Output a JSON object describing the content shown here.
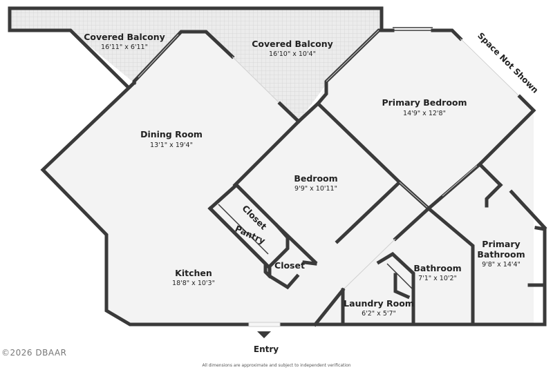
{
  "rooms": {
    "covered_balcony_left": {
      "name": "Covered Balcony",
      "dims": "16'11\" x 6'11\""
    },
    "covered_balcony_right": {
      "name": "Covered Balcony",
      "dims": "16'10\" x 10'4\""
    },
    "dining_room": {
      "name": "Dining Room",
      "dims": "13'1\" x 19'4\""
    },
    "primary_bedroom": {
      "name": "Primary Bedroom",
      "dims": "14'9\" x 12'8\""
    },
    "bedroom": {
      "name": "Bedroom",
      "dims": "9'9\" x 10'11\""
    },
    "kitchen": {
      "name": "Kitchen",
      "dims": "18'8\" x 10'3\""
    },
    "closet_diag": {
      "name": "Closet"
    },
    "pantry": {
      "name": "Pantry"
    },
    "closet": {
      "name": "Closet"
    },
    "laundry_room": {
      "name": "Laundry Room",
      "dims": "6'2\" x 5'7\""
    },
    "bathroom": {
      "name": "Bathroom",
      "dims": "7'1\" x 10'2\""
    },
    "primary_bathroom": {
      "name": "Primary",
      "name2": "Bathroom",
      "dims": "9'8\" x 14'4\""
    }
  },
  "labels": {
    "space_not_shown": "Space Not Shown",
    "entry": "Entry"
  },
  "footer": {
    "disclaimer": "All dimensions are approximate and subject to independent verification",
    "copyright": "©2026 DBAAR"
  },
  "colors": {
    "wall": "#3a3a3a",
    "room_fill": "#f2f2f2",
    "balcony_fill": "#eeeeee"
  }
}
